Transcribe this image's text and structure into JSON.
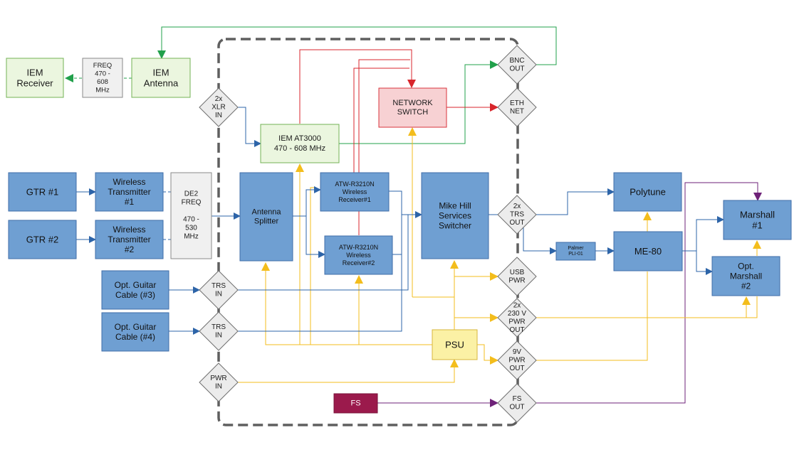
{
  "colors": {
    "blue_fill": "#6f9fd2",
    "blue_stroke": "#3f6da8",
    "green_fill": "#ebf6df",
    "green_stroke": "#73b354",
    "red_fill": "#f7d1d3",
    "red_stroke": "#d9343d",
    "yellow_fill": "#fbf1a5",
    "yellow_stroke": "#d7b63c",
    "gray_fill": "#f0f0f0",
    "gray_stroke": "#8a8a8a",
    "fs_fill": "#9b1a4c",
    "wire_blue": "#2d64a8",
    "wire_green": "#21a04b",
    "wire_red": "#d8262c",
    "wire_yellow": "#f3bd1c",
    "wire_purple": "#6e2278",
    "enclosure_dash": "#5f5f5f"
  },
  "blocks": {
    "iem_receiver": [
      "IEM",
      "Receiver"
    ],
    "iem_antenna": [
      "IEM",
      "Antenna"
    ],
    "freq_iem": [
      "FREQ",
      "470 -",
      "608",
      "MHz"
    ],
    "gtr1": [
      "GTR #1"
    ],
    "gtr2": [
      "GTR #2"
    ],
    "wireless_tx1": [
      "Wireless",
      "Transmitter",
      "#1"
    ],
    "wireless_tx2": [
      "Wireless",
      "Transmitter",
      "#2"
    ],
    "de2_freq": [
      "DE2",
      "FREQ",
      "",
      "470 -",
      "530",
      "MHz"
    ],
    "antenna_splitter": [
      "Antenna",
      "Splitter"
    ],
    "iem_at3000": [
      "IEM AT3000",
      "470 - 608 MHz"
    ],
    "network_switch": [
      "NETWORK",
      "SWITCH"
    ],
    "atw_rx1": [
      "ATW-R3210N",
      "Wireless",
      "Receiver#1"
    ],
    "atw_rx2": [
      "ATW-R3210N",
      "Wireless",
      "Receiver#2"
    ],
    "mike_hill": [
      "Mike Hill",
      "Services",
      "Switcher"
    ],
    "opt_gtr3": [
      "Opt. Guitar",
      "Cable (#3)"
    ],
    "opt_gtr4": [
      "Opt. Guitar",
      "Cable (#4)"
    ],
    "psu": [
      "PSU"
    ],
    "fs": [
      "FS"
    ],
    "polytune": [
      "Polytune"
    ],
    "palmer": [
      "Palmer",
      "PLI-01"
    ],
    "me80": [
      "ME-80"
    ],
    "marshall1": [
      "Marshall",
      "#1"
    ],
    "opt_marshall2": [
      "Opt.",
      "Marshall",
      "#2"
    ]
  },
  "ports": {
    "xlr_in": [
      "2x",
      "XLR",
      "IN"
    ],
    "trs_in_1": [
      "TRS",
      "IN"
    ],
    "trs_in_2": [
      "TRS",
      "IN"
    ],
    "pwr_in": [
      "PWR",
      "IN"
    ],
    "bnc_out": [
      "BNC",
      "OUT"
    ],
    "eth_net": [
      "ETH",
      "NET"
    ],
    "trs_out": [
      "2x",
      "TRS",
      "OUT"
    ],
    "usb_pwr": [
      "USB",
      "PWR"
    ],
    "pwr230_out": [
      "2x",
      "230 V",
      "PWR",
      "OUT"
    ],
    "pwr9v_out": [
      "9V",
      "PWR",
      "OUT"
    ],
    "fs_out": [
      "FS",
      "OUT"
    ]
  }
}
